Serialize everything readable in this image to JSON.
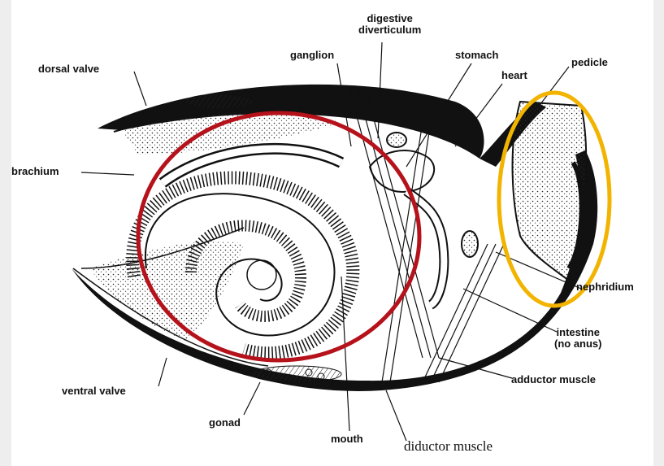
{
  "labels": {
    "digestive": "digestive",
    "diverticulum": "diverticulum",
    "ganglion": "ganglion",
    "stomach": "stomach",
    "heart": "heart",
    "pedicle": "pedicle",
    "dorsal_valve": "dorsal valve",
    "brachium": "brachium",
    "nephridium": "nephridium",
    "intestine": "intestine",
    "no_anus": "(no anus)",
    "adductor_muscle": "adductor muscle",
    "ventral_valve": "ventral valve",
    "gonad": "gonad",
    "mouth": "mouth",
    "diductor_muscle": "diductor muscle"
  },
  "highlights": {
    "lophophore_circle_color": "#b5121b",
    "pedicle_circle_color": "#f2b400"
  }
}
